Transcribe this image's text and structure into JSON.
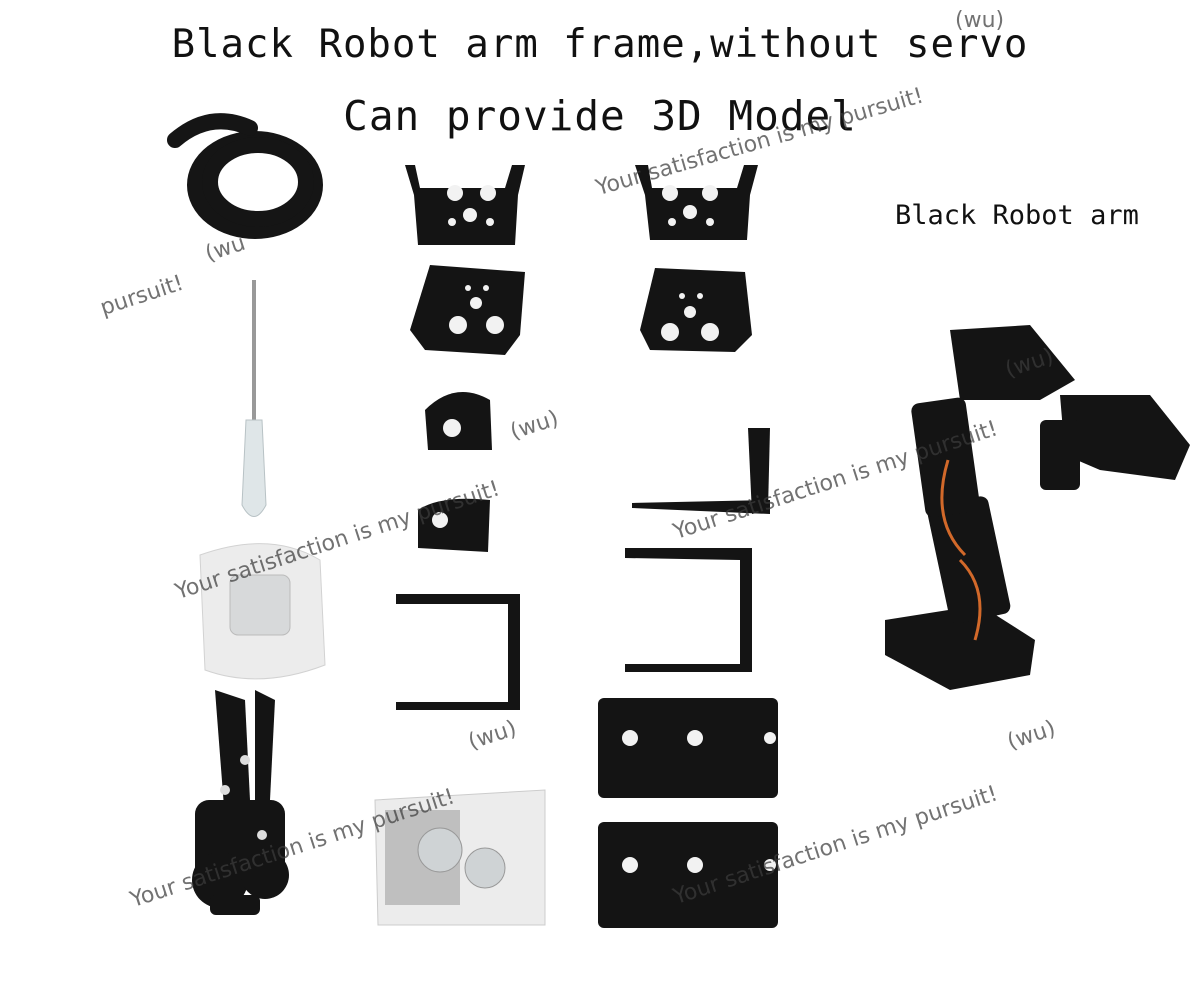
{
  "header": {
    "title_line1": "Black Robot arm frame,without servo",
    "title_line2": "Can provide 3D Model"
  },
  "product_label": "Black Robot arm",
  "watermarks": {
    "slogan": "Your satisfaction is my pursuit!",
    "tag": "(wu)",
    "fragment_pursuit": "pursuit!",
    "fragment_tag_cut": "(wu"
  },
  "colors": {
    "part_black": "#111111",
    "hole_white": "#f2f2f2",
    "bag_clear": "#e6e6e6",
    "wire_orange": "#d2692a"
  }
}
